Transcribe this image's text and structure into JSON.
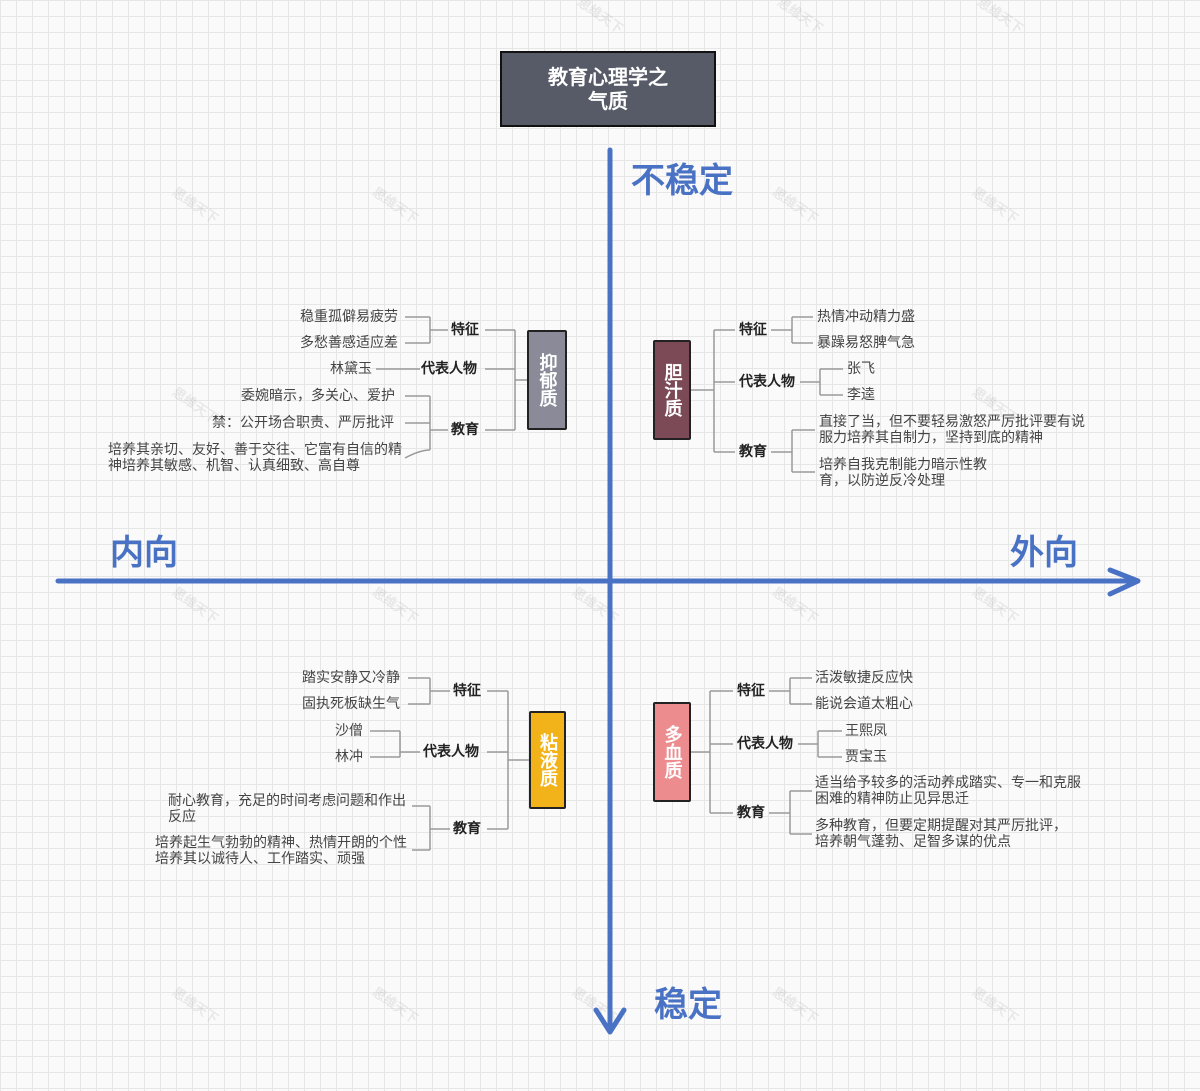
{
  "title": {
    "line1": "教育心理学之",
    "line2": "气质"
  },
  "axes": {
    "top": "不稳定",
    "bottom": "稳定",
    "left": "内向",
    "right": "外向"
  },
  "watermark": "思维天下",
  "colors": {
    "axis": "#4a72c4",
    "title_bg": "#575b68",
    "line": "#999999"
  },
  "quadrants": {
    "melancholic": {
      "name": "抑郁质",
      "color": "#8b8a98",
      "trait_label": "特征",
      "rep_label": "代表人物",
      "edu_label": "教育",
      "traits": [
        "稳重孤僻易疲劳",
        "多愁善感适应差"
      ],
      "reps": [
        "林黛玉"
      ],
      "edu": [
        "委婉暗示，多关心、爱护",
        "禁：公开场合职责、严厉批评",
        "培养其亲切、友好、善于交往、它富有自信的精神培养其敏感、机智、认真细致、高自尊"
      ]
    },
    "choleric": {
      "name": "胆汁质",
      "color": "#7c4a57",
      "trait_label": "特征",
      "rep_label": "代表人物",
      "edu_label": "教育",
      "traits": [
        "热情冲动精力盛",
        "暴躁易怒脾气急"
      ],
      "reps": [
        "张飞",
        "李逵"
      ],
      "edu": [
        "直接了当，但不要轻易激怒严厉批评要有说服力培养其自制力，坚持到底的精神",
        "培养自我克制能力暗示性教育，以防逆反冷处理"
      ]
    },
    "phlegmatic": {
      "name": "粘液质",
      "color": "#f2b21a",
      "trait_label": "特征",
      "rep_label": "代表人物",
      "edu_label": "教育",
      "traits": [
        "踏实安静又冷静",
        "固执死板缺生气"
      ],
      "reps": [
        "沙僧",
        "林冲"
      ],
      "edu": [
        "耐心教育，充足的时间考虑问题和作出反应",
        "培养起生气勃勃的精神、热情开朗的个性培养其以诚待人、工作踏实、顽强"
      ]
    },
    "sanguine": {
      "name": "多血质",
      "color": "#ec8c8f",
      "trait_label": "特征",
      "rep_label": "代表人物",
      "edu_label": "教育",
      "traits": [
        "活泼敏捷反应快",
        "能说会道太粗心"
      ],
      "reps": [
        "王熙凤",
        "贾宝玉"
      ],
      "edu": [
        "适当给予较多的活动养成踏实、专一和克服困难的精神防止见异思迁",
        "多种教育，但要定期提醒对其严厉批评，培养朝气蓬勃、足智多谋的优点"
      ]
    }
  }
}
